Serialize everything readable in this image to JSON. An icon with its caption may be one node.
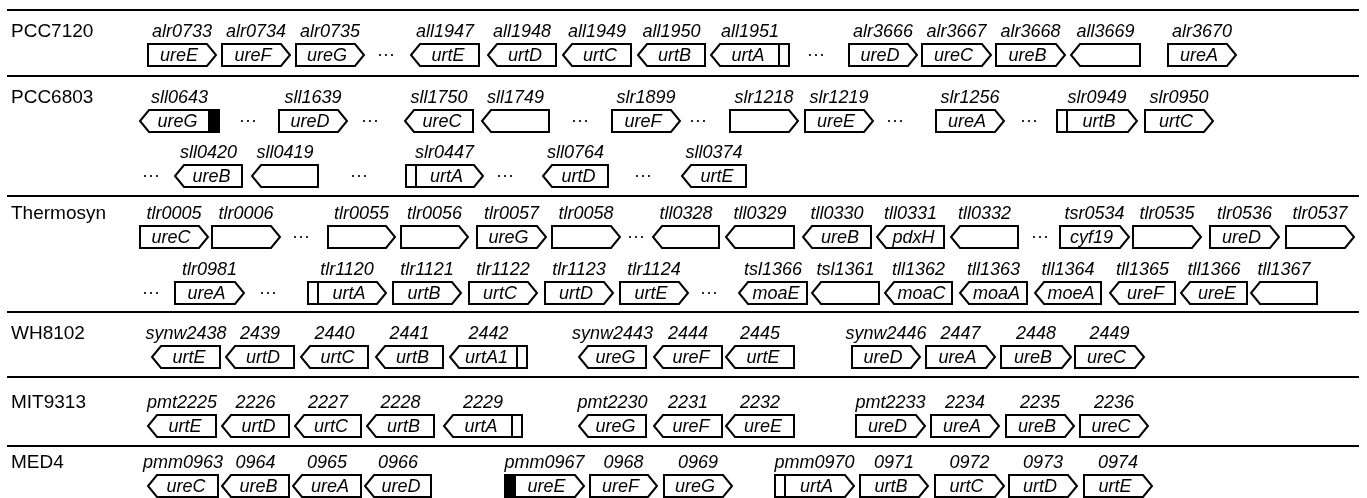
{
  "diagram": {
    "nodes": [
      {
        "text": [
          "PCC7120"
        ]
      },
      {
        "text": [
          "ureE"
        ],
        "in": 0,
        "beside": [
          "alr0733"
        ]
      },
      {
        "text": [
          "ureF"
        ],
        "in": 0,
        "beside": [
          "alr0734"
        ]
      },
      {
        "text": [
          "ureG"
        ],
        "in": 0,
        "beside": [
          "alr0735"
        ]
      },
      {
        "text": [
          "urtE"
        ],
        "in": 0,
        "beside": [
          "all1947"
        ]
      },
      {
        "text": [
          "urtD"
        ],
        "in": 0,
        "beside": [
          "all1948"
        ]
      },
      {
        "text": [
          "urtC"
        ],
        "in": 0,
        "beside": [
          "all1949"
        ]
      },
      {
        "text": [
          "urtB"
        ],
        "in": 0,
        "beside": [
          "all1950"
        ]
      },
      {
        "text": [
          "urtA"
        ],
        "in": 0,
        "beside": [
          "all1951"
        ]
      },
      {
        "text": [
          "ureD"
        ],
        "in": 0,
        "beside": [
          "alr3666"
        ]
      },
      {
        "text": [
          "ureC"
        ],
        "in": 0,
        "beside": [
          "alr3667"
        ]
      },
      {
        "text": [
          "ureB"
        ],
        "in": 0,
        "beside": [
          "alr3668"
        ]
      },
      {
        "text": [],
        "shape": "arrow",
        "in": 0,
        "beside": [
          "all3669"
        ]
      },
      {
        "text": [
          "ureA"
        ],
        "in": 0,
        "beside": [
          "alr3670"
        ]
      },
      {
        "text": [
          "PCC6803"
        ]
      },
      {
        "text": [
          "ureG"
        ],
        "in": 14,
        "beside": [
          "sll0643"
        ]
      },
      {
        "text": [
          "ureD"
        ],
        "in": 14,
        "beside": [
          "sll1639"
        ]
      },
      {
        "text": [
          "ureC"
        ],
        "in": 14,
        "beside": [
          "sll1750"
        ]
      },
      {
        "text": [],
        "shape": "arrow",
        "in": 14,
        "beside": [
          "sll1749"
        ]
      },
      {
        "text": [
          "ureF"
        ],
        "in": 14,
        "beside": [
          "slr1899"
        ]
      },
      {
        "text": [],
        "shape": "arrow",
        "in": 14,
        "beside": [
          "slr1218"
        ]
      },
      {
        "text": [
          "ureE"
        ],
        "in": 14,
        "beside": [
          "slr1219"
        ]
      },
      {
        "text": [
          "ureA"
        ],
        "in": 14,
        "beside": [
          "slr1256"
        ]
      },
      {
        "text": [
          "urtB"
        ],
        "in": 14,
        "beside": [
          "slr0949"
        ]
      },
      {
        "text": [
          "urtC"
        ],
        "in": 14,
        "beside": [
          "slr0950"
        ]
      },
      {
        "text": [
          "ureB"
        ],
        "in": 14,
        "beside": [
          "sll0420"
        ]
      },
      {
        "text": [],
        "shape": "arrow",
        "in": 14,
        "beside": [
          "sll0419"
        ]
      },
      {
        "text": [
          "urtA"
        ],
        "in": 14,
        "beside": [
          "slr0447"
        ]
      },
      {
        "text": [
          "urtD"
        ],
        "in": 14,
        "beside": [
          "sll0764"
        ]
      },
      {
        "text": [
          "urtE"
        ],
        "in": 14,
        "beside": [
          "sll0374"
        ]
      },
      {
        "text": [
          "Thermosyn"
        ]
      },
      {
        "text": [
          "ureC"
        ],
        "in": 30,
        "beside": [
          "tlr0005"
        ]
      },
      {
        "text": [],
        "shape": "arrow",
        "in": 30,
        "beside": [
          "tlr0006"
        ]
      },
      {
        "text": [],
        "shape": "arrow",
        "in": 30,
        "beside": [
          "tlr0055"
        ]
      },
      {
        "text": [],
        "shape": "arrow",
        "in": 30,
        "beside": [
          "tlr0056"
        ]
      },
      {
        "text": [
          "ureG"
        ],
        "in": 30,
        "beside": [
          "tlr0057"
        ]
      },
      {
        "text": [],
        "shape": "arrow",
        "in": 30,
        "beside": [
          "tlr0058"
        ]
      },
      {
        "text": [],
        "shape": "arrow",
        "in": 30,
        "beside": [
          "tll0328"
        ]
      },
      {
        "text": [],
        "shape": "arrow",
        "in": 30,
        "beside": [
          "tll0329"
        ]
      },
      {
        "text": [
          "ureB"
        ],
        "in": 30,
        "beside": [
          "tll0330"
        ]
      },
      {
        "text": [
          "pdxH"
        ],
        "in": 30,
        "beside": [
          "tll0331"
        ]
      },
      {
        "text": [],
        "shape": "arrow",
        "in": 30,
        "beside": [
          "tll0332"
        ]
      },
      {
        "text": [
          "cyf19"
        ],
        "in": 30,
        "beside": [
          "tsr0534"
        ]
      },
      {
        "text": [],
        "shape": "arrow",
        "in": 30,
        "beside": [
          "tlr0535"
        ]
      },
      {
        "text": [
          "ureD"
        ],
        "in": 30,
        "beside": [
          "tlr0536"
        ]
      },
      {
        "text": [],
        "shape": "arrow",
        "in": 30,
        "beside": [
          "tlr0537"
        ]
      },
      {
        "text": [
          "ureA"
        ],
        "in": 30,
        "beside": [
          "tlr0981"
        ]
      },
      {
        "text": [
          "urtA"
        ],
        "in": 30,
        "beside": [
          "tlr1120"
        ]
      },
      {
        "text": [
          "urtB"
        ],
        "in": 30,
        "beside": [
          "tlr1121"
        ]
      },
      {
        "text": [
          "urtC"
        ],
        "in": 30,
        "beside": [
          "tlr1122"
        ]
      },
      {
        "text": [
          "urtD"
        ],
        "in": 30,
        "beside": [
          "tlr1123"
        ]
      },
      {
        "text": [
          "urtE"
        ],
        "in": 30,
        "beside": [
          "tlr1124"
        ]
      },
      {
        "text": [
          "moaE"
        ],
        "in": 30,
        "beside": [
          "tsl1366"
        ]
      },
      {
        "text": [],
        "shape": "arrow",
        "in": 30,
        "beside": [
          "tsl1361"
        ]
      },
      {
        "text": [
          "moaC"
        ],
        "in": 30,
        "beside": [
          "tll1362"
        ]
      },
      {
        "text": [
          "moaA"
        ],
        "in": 30,
        "beside": [
          "tll1363"
        ]
      },
      {
        "text": [
          "moeA"
        ],
        "in": 30,
        "beside": [
          "tll1364"
        ]
      },
      {
        "text": [
          "ureF"
        ],
        "in": 30,
        "beside": [
          "tll1365"
        ]
      },
      {
        "text": [
          "ureE"
        ],
        "in": 30,
        "beside": [
          "tll1366"
        ]
      },
      {
        "text": [],
        "shape": "arrow",
        "in": 30,
        "beside": [
          "tll1367"
        ]
      },
      {
        "text": [
          "WH8102"
        ]
      },
      {
        "text": [
          "urtE"
        ],
        "in": 60,
        "beside": [
          "synw2438"
        ]
      },
      {
        "text": [
          "urtD"
        ],
        "in": 60,
        "beside": [
          "2439"
        ]
      },
      {
        "text": [
          "urtC"
        ],
        "in": 60,
        "beside": [
          "2440"
        ]
      },
      {
        "text": [
          "urtB"
        ],
        "in": 60,
        "beside": [
          "2441"
        ]
      },
      {
        "text": [
          "urtA1"
        ],
        "in": 60,
        "beside": [
          "2442"
        ]
      },
      {
        "text": [
          "ureG"
        ],
        "in": 60,
        "beside": [
          "synw2443"
        ]
      },
      {
        "text": [
          "ureF"
        ],
        "in": 60,
        "beside": [
          "2444"
        ]
      },
      {
        "text": [
          "urtE"
        ],
        "in": 60,
        "beside": [
          "2445"
        ]
      },
      {
        "text": [
          "ureD"
        ],
        "in": 60,
        "beside": [
          "synw2446"
        ]
      },
      {
        "text": [
          "ureA"
        ],
        "in": 60,
        "beside": [
          "2447"
        ]
      },
      {
        "text": [
          "ureB"
        ],
        "in": 60,
        "beside": [
          "2448"
        ]
      },
      {
        "text": [
          "ureC"
        ],
        "in": 60,
        "beside": [
          "2449"
        ]
      },
      {
        "text": [
          "MIT9313"
        ]
      },
      {
        "text": [
          "urtE"
        ],
        "in": 73,
        "beside": [
          "pmt2225"
        ]
      },
      {
        "text": [
          "urtD"
        ],
        "in": 73,
        "beside": [
          "2226"
        ]
      },
      {
        "text": [
          "urtC"
        ],
        "in": 73,
        "beside": [
          "2227"
        ]
      },
      {
        "text": [
          "urtB"
        ],
        "in": 73,
        "beside": [
          "2228"
        ]
      },
      {
        "text": [
          "urtA"
        ],
        "in": 73,
        "beside": [
          "2229"
        ]
      },
      {
        "text": [
          "ureG"
        ],
        "in": 73,
        "beside": [
          "pmt2230"
        ]
      },
      {
        "text": [
          "ureF"
        ],
        "in": 73,
        "beside": [
          "2231"
        ]
      },
      {
        "text": [
          "ureE"
        ],
        "in": 73,
        "beside": [
          "2232"
        ]
      },
      {
        "text": [
          "ureD"
        ],
        "in": 73,
        "beside": [
          "pmt2233"
        ]
      },
      {
        "text": [
          "ureA"
        ],
        "in": 73,
        "beside": [
          "2234"
        ]
      },
      {
        "text": [
          "ureB"
        ],
        "in": 73,
        "beside": [
          "2235"
        ]
      },
      {
        "text": [
          "ureC"
        ],
        "in": 73,
        "beside": [
          "2236"
        ]
      },
      {
        "text": [
          "MED4"
        ]
      },
      {
        "text": [
          "ureC"
        ],
        "in": 86,
        "beside": [
          "pmm0963"
        ]
      },
      {
        "text": [
          "ureB"
        ],
        "in": 86,
        "beside": [
          "0964"
        ]
      },
      {
        "text": [
          "ureA"
        ],
        "in": 86,
        "beside": [
          "0965"
        ]
      },
      {
        "text": [
          "ureD"
        ],
        "in": 86,
        "beside": [
          "0966"
        ]
      },
      {
        "text": [
          "ureE"
        ],
        "in": 86,
        "beside": [
          "pmm0967"
        ]
      },
      {
        "text": [
          "ureF"
        ],
        "in": 86,
        "beside": [
          "0968"
        ]
      },
      {
        "text": [
          "ureG"
        ],
        "in": 86,
        "beside": [
          "0969"
        ]
      },
      {
        "text": [
          "urtA"
        ],
        "in": 86,
        "beside": [
          "pmm0970"
        ]
      },
      {
        "text": [
          "urtB"
        ],
        "in": 86,
        "beside": [
          "0971"
        ]
      },
      {
        "text": [
          "urtC"
        ],
        "in": 86,
        "beside": [
          "0972"
        ]
      },
      {
        "text": [
          "urtD"
        ],
        "in": 86,
        "beside": [
          "0973"
        ]
      },
      {
        "text": [
          "urtE"
        ],
        "in": 86,
        "beside": [
          "0974"
        ]
      }
    ],
    "labels": [
      "···",
      "···",
      "···",
      "···",
      "···",
      "···",
      "···",
      "···",
      "···",
      "···",
      "···",
      "···",
      "···",
      "···",
      "···",
      "···",
      "···",
      "···"
    ]
  }
}
